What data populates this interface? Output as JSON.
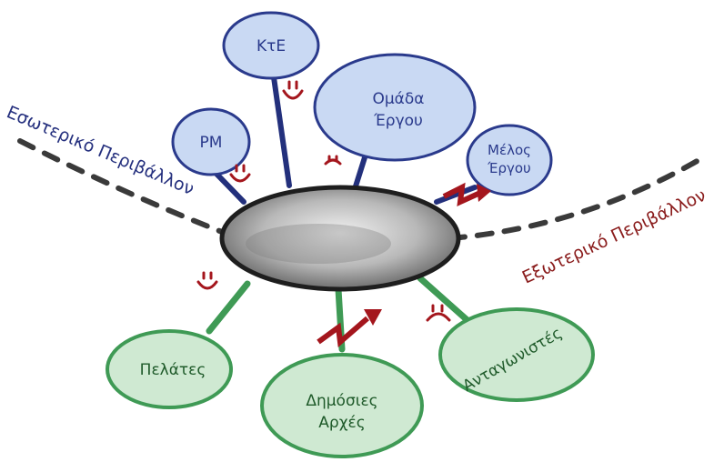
{
  "diagram": {
    "internal_env_label": "Εσωτερικό Περιβάλλον",
    "external_env_label": "Εξωτερικό Περιβάλλον",
    "internal_nodes": {
      "pm": "PM",
      "kte": "ΚτΕ",
      "team_line1": "Ομάδα",
      "team_line2": "Έργου",
      "member_line1": "Μέλος",
      "member_line2": "Έργου"
    },
    "external_nodes": {
      "clients": "Πελάτες",
      "authorities_line1": "Δημόσιες",
      "authorities_line2": "Αρχές",
      "competitors": "Ανταγωνιστές"
    },
    "colors": {
      "internal_fill": "#c9d9f3",
      "internal_stroke": "#2a3a8c",
      "external_fill": "#cfe9d2",
      "external_stroke": "#3f9a55",
      "arrow": "#a4161d",
      "project": "#8d8d8d"
    }
  }
}
